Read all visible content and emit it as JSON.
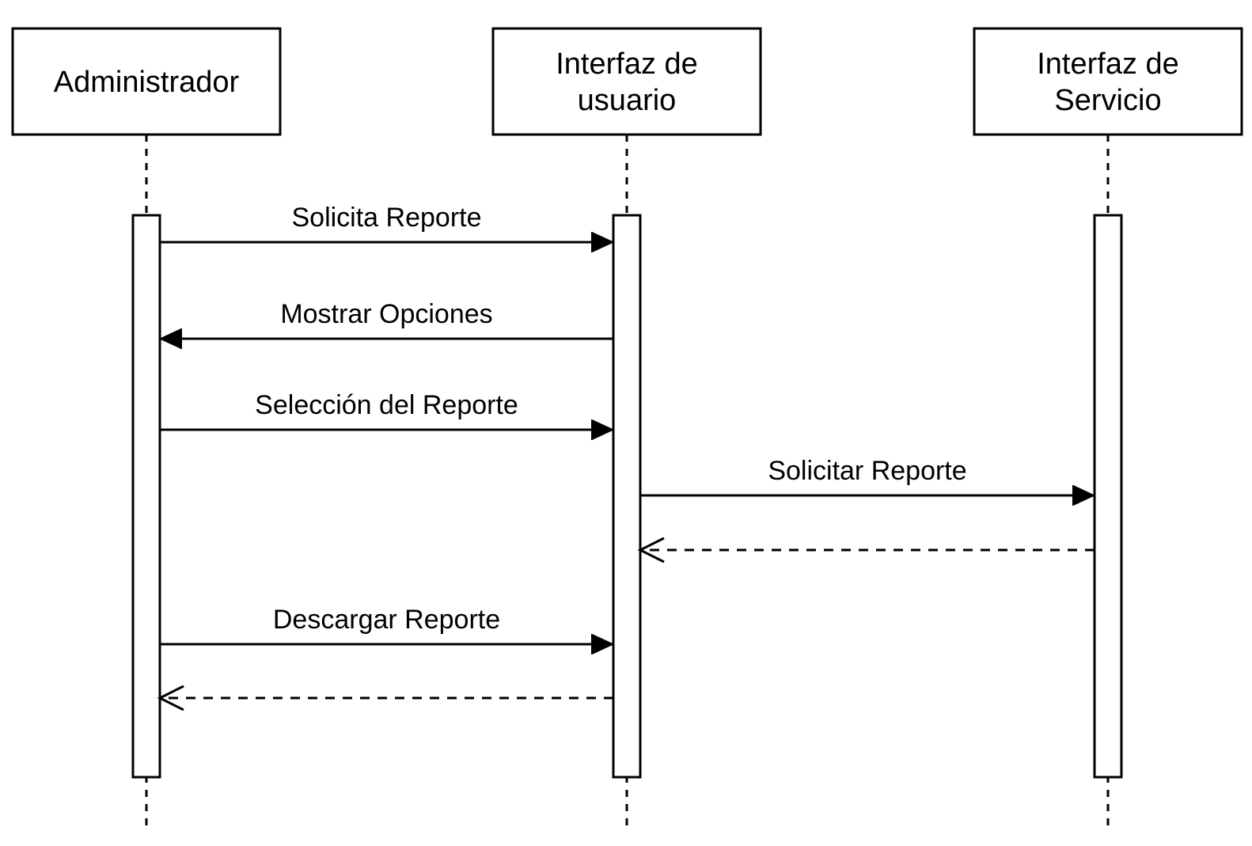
{
  "participants": [
    {
      "id": "admin",
      "lines": [
        "Administrador"
      ]
    },
    {
      "id": "ui",
      "lines": [
        "Interfaz de",
        "usuario"
      ]
    },
    {
      "id": "service",
      "lines": [
        "Interfaz de",
        "Servicio"
      ]
    }
  ],
  "messages": [
    {
      "from": "admin",
      "to": "ui",
      "label": "Solicita Reporte",
      "style": "sync"
    },
    {
      "from": "ui",
      "to": "admin",
      "label": "Mostrar Opciones",
      "style": "sync"
    },
    {
      "from": "admin",
      "to": "ui",
      "label": "Selección del Reporte",
      "style": "sync"
    },
    {
      "from": "ui",
      "to": "service",
      "label": "Solicitar Reporte",
      "style": "sync"
    },
    {
      "from": "service",
      "to": "ui",
      "label": "",
      "style": "return"
    },
    {
      "from": "admin",
      "to": "ui",
      "label": "Descargar Reporte",
      "style": "sync"
    },
    {
      "from": "ui",
      "to": "admin",
      "label": "",
      "style": "return"
    }
  ]
}
